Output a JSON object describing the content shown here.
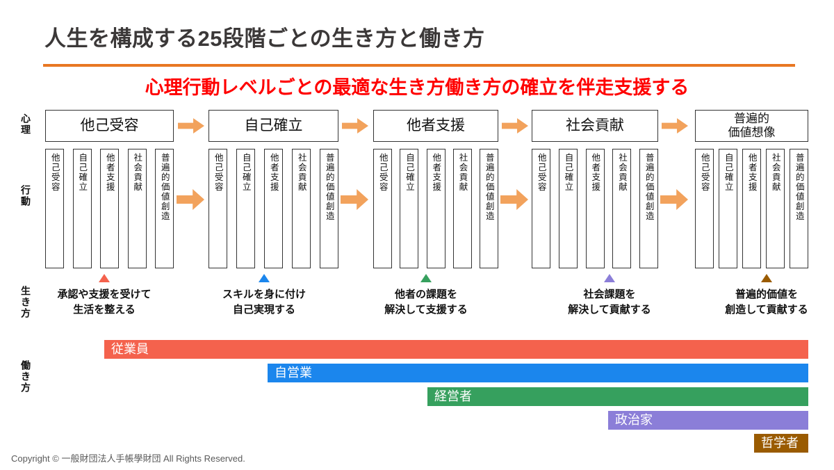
{
  "page": {
    "title": "人生を構成する25段階ごとの生き方と働き方",
    "subtitle": "心理行動レベルごとの最適な生き方働き方の確立を伴走支援する",
    "copyright": "Copyright © 一般財団法人手帳學財団 All Rights Reserved."
  },
  "row_labels": {
    "psychology": "心理",
    "behavior": "行動",
    "living": "生き方",
    "working": "働き方"
  },
  "colors": {
    "accent_orange": "#E87722",
    "subtitle_red": "#FF0000",
    "arrow_fill": "#F2A25C",
    "box_border": "#333333"
  },
  "behavior_labels": [
    "他己受容",
    "自己確立",
    "他者支援",
    "社会貢献",
    "普遍的価値創造"
  ],
  "stages": [
    {
      "header_lines": [
        "他己受容"
      ],
      "marker_color": "#F4624D",
      "living_lines": [
        "承認や支援を受けて",
        "生活を整える"
      ]
    },
    {
      "header_lines": [
        "自己確立"
      ],
      "marker_color": "#1B86ED",
      "living_lines": [
        "スキルを身に付け",
        "自己実現する"
      ]
    },
    {
      "header_lines": [
        "他者支援"
      ],
      "marker_color": "#36A05E",
      "living_lines": [
        "他者の課題を",
        "解決して支援する"
      ]
    },
    {
      "header_lines": [
        "社会貢献"
      ],
      "marker_color": "#8B7ED8",
      "living_lines": [
        "社会課題を",
        "解決して貢献する"
      ]
    },
    {
      "header_lines": [
        "普遍的",
        "価値想像"
      ],
      "marker_color": "#9A5B00",
      "living_lines": [
        "普遍的価値を",
        "創造して貢献する"
      ]
    }
  ],
  "work_bars": [
    {
      "label": "従業員",
      "color": "#F4624D"
    },
    {
      "label": "自営業",
      "color": "#1B86ED"
    },
    {
      "label": "経営者",
      "color": "#36A05E"
    },
    {
      "label": "政治家",
      "color": "#8B7ED8"
    },
    {
      "label": "哲学者",
      "color": "#9A5B00"
    }
  ]
}
